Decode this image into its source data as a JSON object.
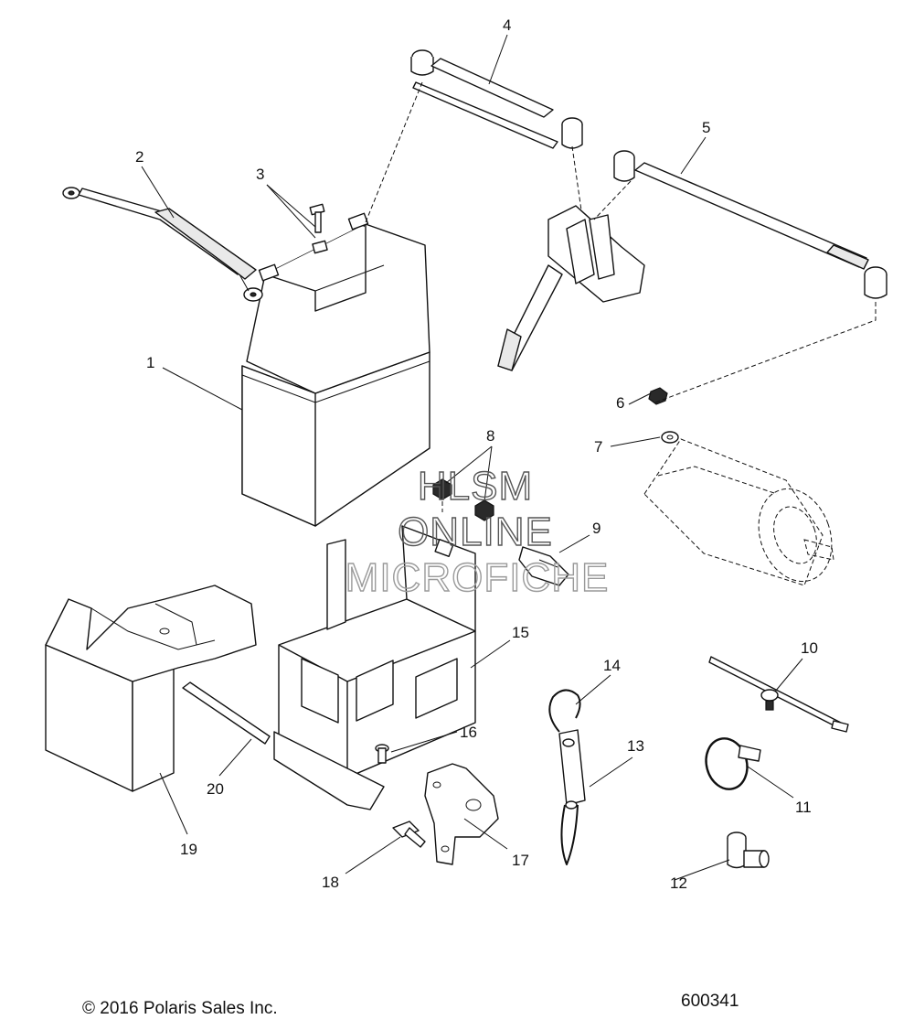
{
  "callouts": {
    "c1": "1",
    "c2": "2",
    "c3": "3",
    "c4": "4",
    "c5": "5",
    "c6": "6",
    "c7": "7",
    "c8": "8",
    "c9": "9",
    "c10": "10",
    "c11": "11",
    "c12": "12",
    "c13": "13",
    "c14": "14",
    "c15": "15",
    "c16": "16",
    "c17": "17",
    "c18": "18",
    "c19": "19",
    "c20": "20"
  },
  "watermark": {
    "line1": "HLSM",
    "line2": "ONLINE",
    "line3": "MICROFICHE"
  },
  "footer": {
    "copyright": "© 2016 Polaris Sales Inc.",
    "diagram_number": "600341"
  },
  "colors": {
    "ink": "#111111",
    "watermark": "#9a9a9a",
    "background": "#ffffff"
  }
}
